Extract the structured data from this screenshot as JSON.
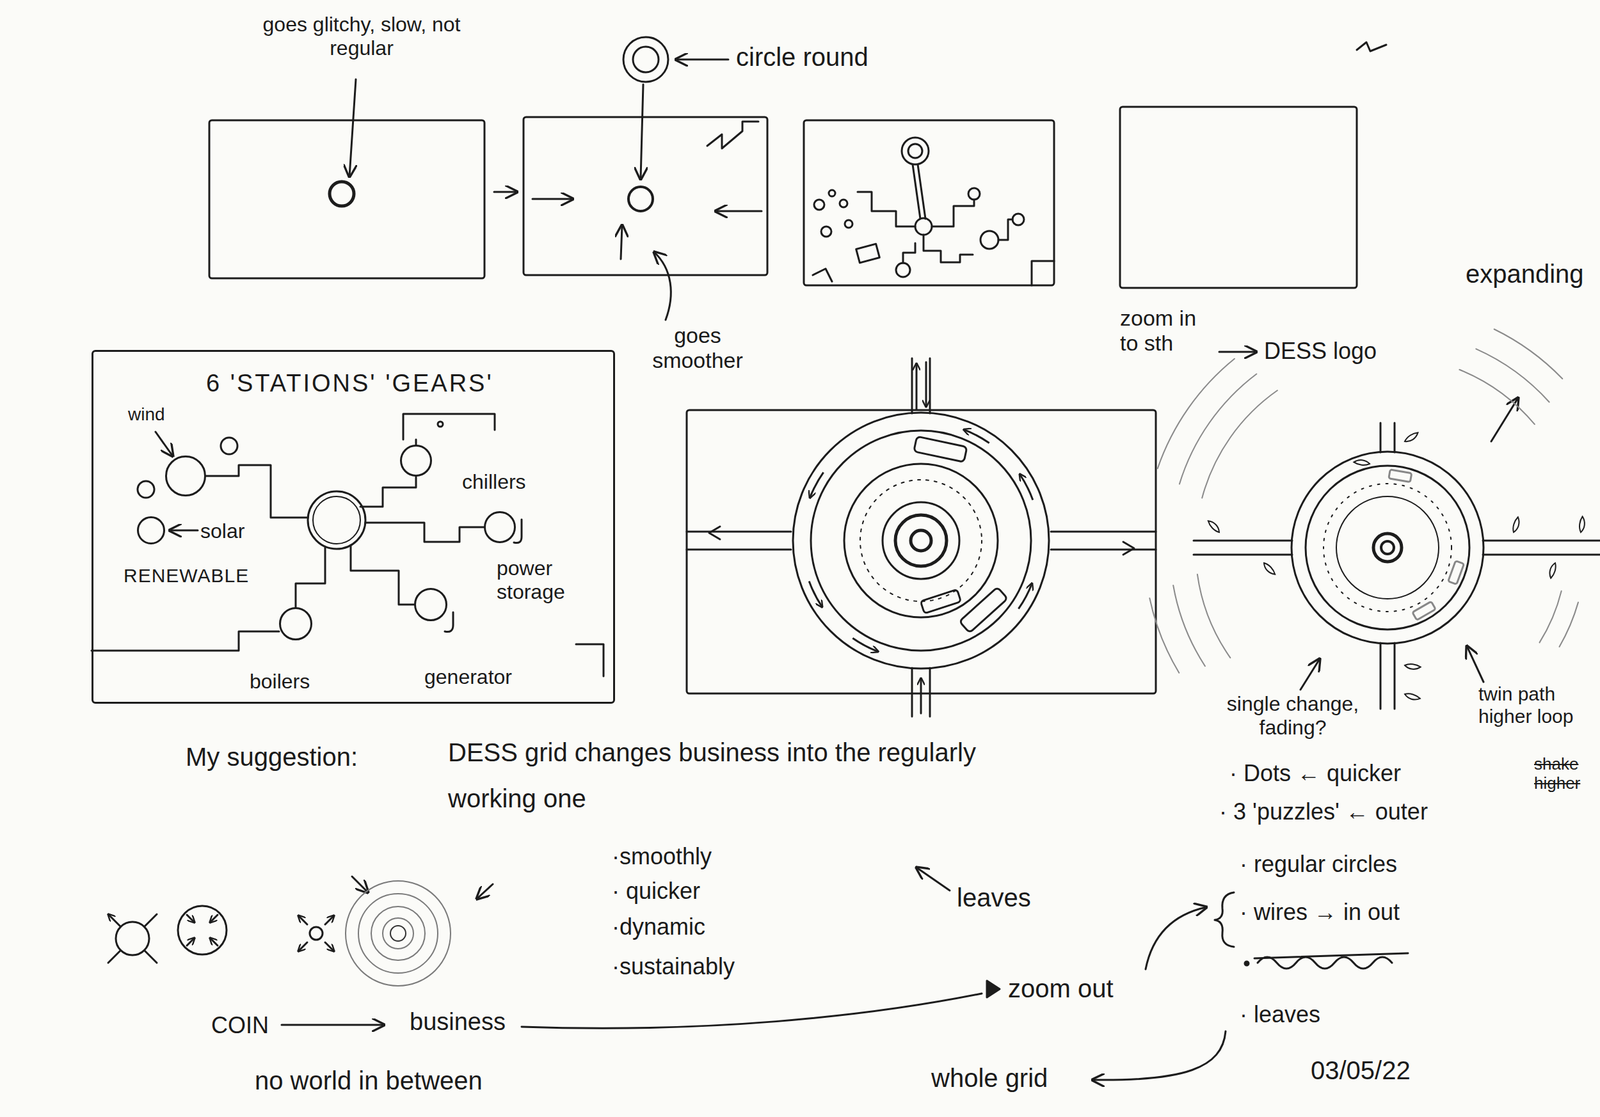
{
  "diagram": {
    "nodes": [
      {
        "text": [
          "6 'STATIONS' 'GEARS'",
          "RENEWABLE"
        ]
      },
      {
        "text": [
          "wind"
        ],
        "in": 0
      },
      {
        "text": [
          "solar"
        ],
        "in": 0
      },
      {
        "text": [
          "chillers"
        ],
        "in": 0
      },
      {
        "text": [
          "power storage"
        ],
        "in": 0
      },
      {
        "text": [
          "boilers"
        ],
        "in": 0
      },
      {
        "text": [
          "generator"
        ],
        "in": 0
      }
    ],
    "labels": [
      "goes glitchy, slow, not regular",
      "circle round",
      "goes smoother",
      "zoom in to sth",
      "DESS logo",
      "expanding",
      "My suggestion:",
      "DESS grid changes business into the regularly working one",
      "·smoothly",
      "· quicker",
      "·dynamic",
      "·sustainably",
      "leaves",
      "COIN",
      "business",
      "no world in between",
      "zoom out",
      "whole grid",
      "single change, fading?",
      "twin path higher loop",
      "shake higher",
      "· Dots ← quicker",
      "· 3 'puzzles' ← outer",
      "· regular circles",
      "· wires → in out",
      "· leaves",
      "03/05/22"
    ]
  }
}
